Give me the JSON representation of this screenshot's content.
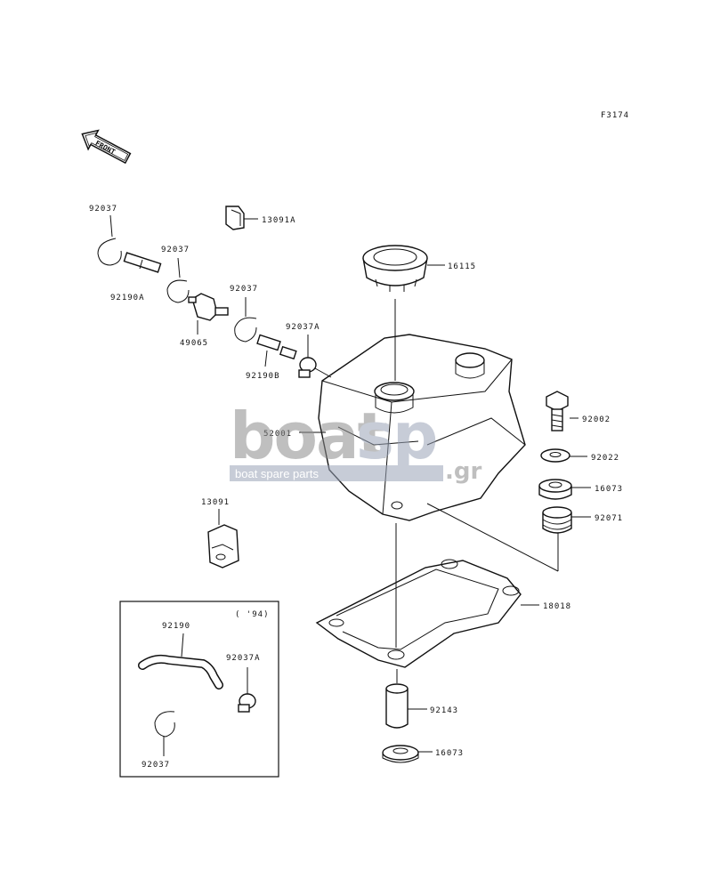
{
  "figure_code": "F3174",
  "front_label": "FRONT",
  "inset_year": "( '94)",
  "watermark": {
    "brand_a": "boat",
    "brand_b": "sp",
    "domain": ".gr",
    "tagline": "boat spare parts"
  },
  "callouts": [
    {
      "id": "92037_a",
      "text": "92037"
    },
    {
      "id": "13091A",
      "text": "13091A"
    },
    {
      "id": "92037_b",
      "text": "92037"
    },
    {
      "id": "16115",
      "text": "16115"
    },
    {
      "id": "92190A",
      "text": "92190A"
    },
    {
      "id": "92037_c",
      "text": "92037"
    },
    {
      "id": "49065",
      "text": "49065"
    },
    {
      "id": "92037A_a",
      "text": "92037A"
    },
    {
      "id": "92190B",
      "text": "92190B"
    },
    {
      "id": "92002",
      "text": "92002"
    },
    {
      "id": "52001",
      "text": "52001"
    },
    {
      "id": "92022",
      "text": "92022"
    },
    {
      "id": "16073_a",
      "text": "16073"
    },
    {
      "id": "13091",
      "text": "13091"
    },
    {
      "id": "92071",
      "text": "92071"
    },
    {
      "id": "18018",
      "text": "18018"
    },
    {
      "id": "92190",
      "text": "92190"
    },
    {
      "id": "92037A_b",
      "text": "92037A"
    },
    {
      "id": "92143",
      "text": "92143"
    },
    {
      "id": "16073_b",
      "text": "16073"
    },
    {
      "id": "92037_d",
      "text": "92037"
    }
  ]
}
